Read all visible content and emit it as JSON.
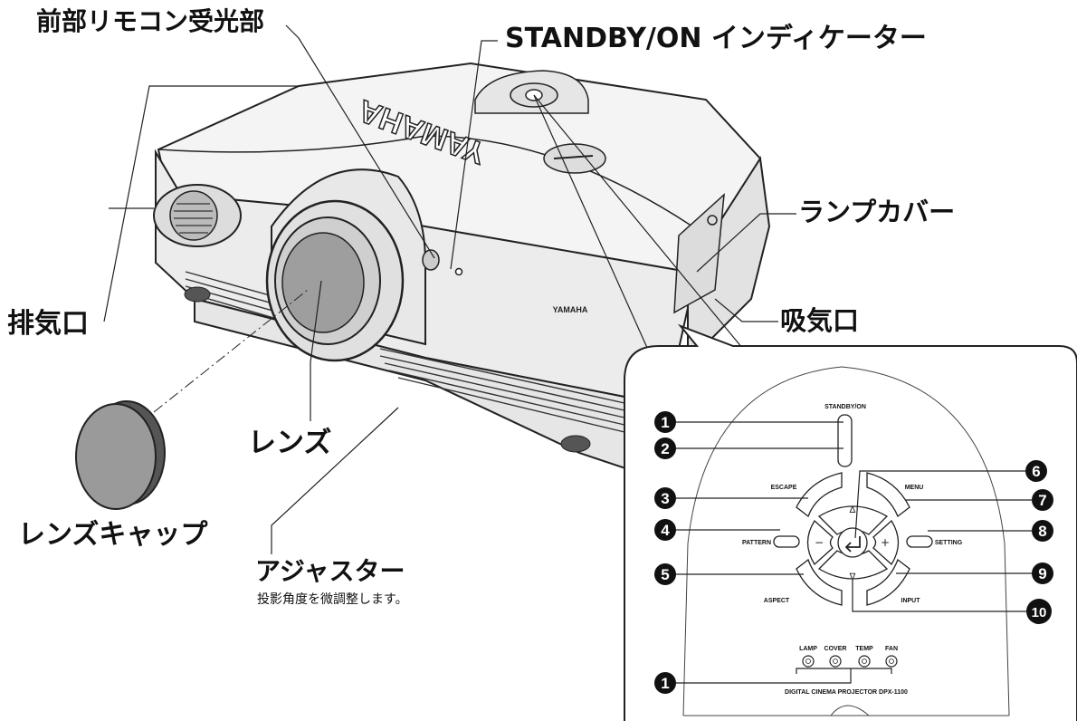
{
  "labels": {
    "front_ir_receiver": "前部リモコン受光部",
    "standby_indicator": "STANDBY/ON インディケーター",
    "lamp_cover": "ランプカバー",
    "intake": "吸気口",
    "exhaust": "排気口",
    "lens": "レンズ",
    "lens_cap": "レンズキャップ",
    "adjuster": "アジャスター",
    "adjuster_note": "投影角度を微調整します。"
  },
  "projector": {
    "logo_top": "YAMAHA",
    "logo_front": "YAMAHA"
  },
  "panel": {
    "standby_on": "STANDBY/ON",
    "escape": "ESCAPE",
    "menu": "MENU",
    "pattern": "PATTERN",
    "setting": "SETTING",
    "aspect": "ASPECT",
    "input": "INPUT",
    "minus": "−",
    "plus": "+",
    "up": "∆",
    "down": "∇",
    "indicators": [
      "LAMP",
      "COVER",
      "TEMP",
      "FAN"
    ],
    "model": "DIGITAL CINEMA PROJECTOR DPX-1100"
  },
  "callouts": [
    "1",
    "2",
    "3",
    "4",
    "5",
    "6",
    "7",
    "8",
    "9",
    "10",
    "1"
  ]
}
